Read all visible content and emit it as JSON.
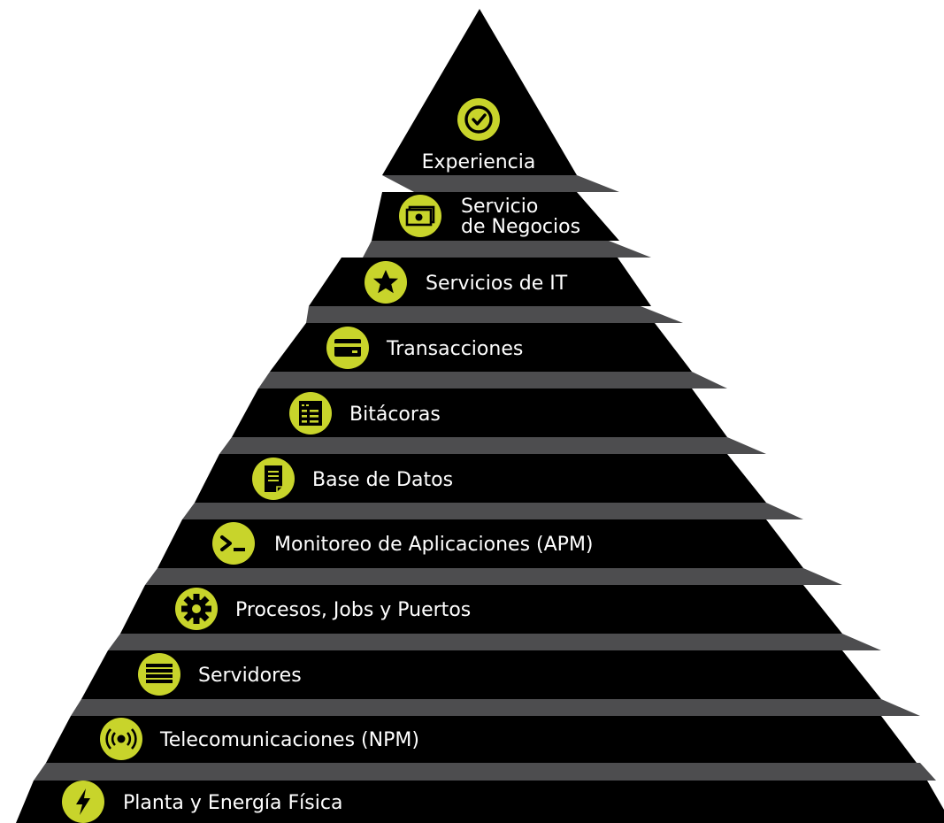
{
  "colors": {
    "background": "#ffffff",
    "tier": "#000000",
    "step": "#4d4d4f",
    "accent": "#c8d42b",
    "glyph": "#000000",
    "text": "#ffffff"
  },
  "levels": [
    {
      "label": "Experiencia",
      "icon": "check-badge-icon"
    },
    {
      "label": "Servicio",
      "label2": "de Negocios",
      "icon": "money-icon"
    },
    {
      "label": "Servicios de IT",
      "icon": "star-icon"
    },
    {
      "label": "Transacciones",
      "icon": "credit-card-icon"
    },
    {
      "label": "Bitácoras",
      "icon": "log-window-icon"
    },
    {
      "label": "Base de Datos",
      "icon": "document-icon"
    },
    {
      "label": "Monitoreo de Aplicaciones (APM)",
      "icon": "terminal-icon"
    },
    {
      "label": "Procesos, Jobs y Puertos",
      "icon": "gear-icon"
    },
    {
      "label": "Servidores",
      "icon": "server-icon"
    },
    {
      "label": "Telecomunicaciones (NPM)",
      "icon": "signal-icon"
    },
    {
      "label": "Planta y Energía Física",
      "icon": "lightning-icon"
    }
  ]
}
